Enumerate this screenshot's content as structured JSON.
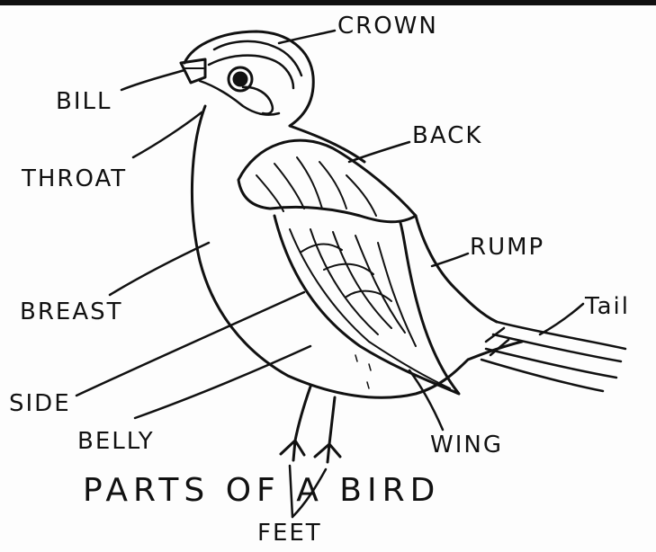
{
  "title": "PARTS OF A BIRD",
  "labels": {
    "crown": "CROWN",
    "bill": "BILL",
    "throat": "THROAT",
    "back": "BACK",
    "rump": "RUMP",
    "breast": "BREAST",
    "tail": "Tail",
    "side": "SIDE",
    "belly": "BELLY",
    "wing": "WING",
    "feet": "FEET"
  }
}
